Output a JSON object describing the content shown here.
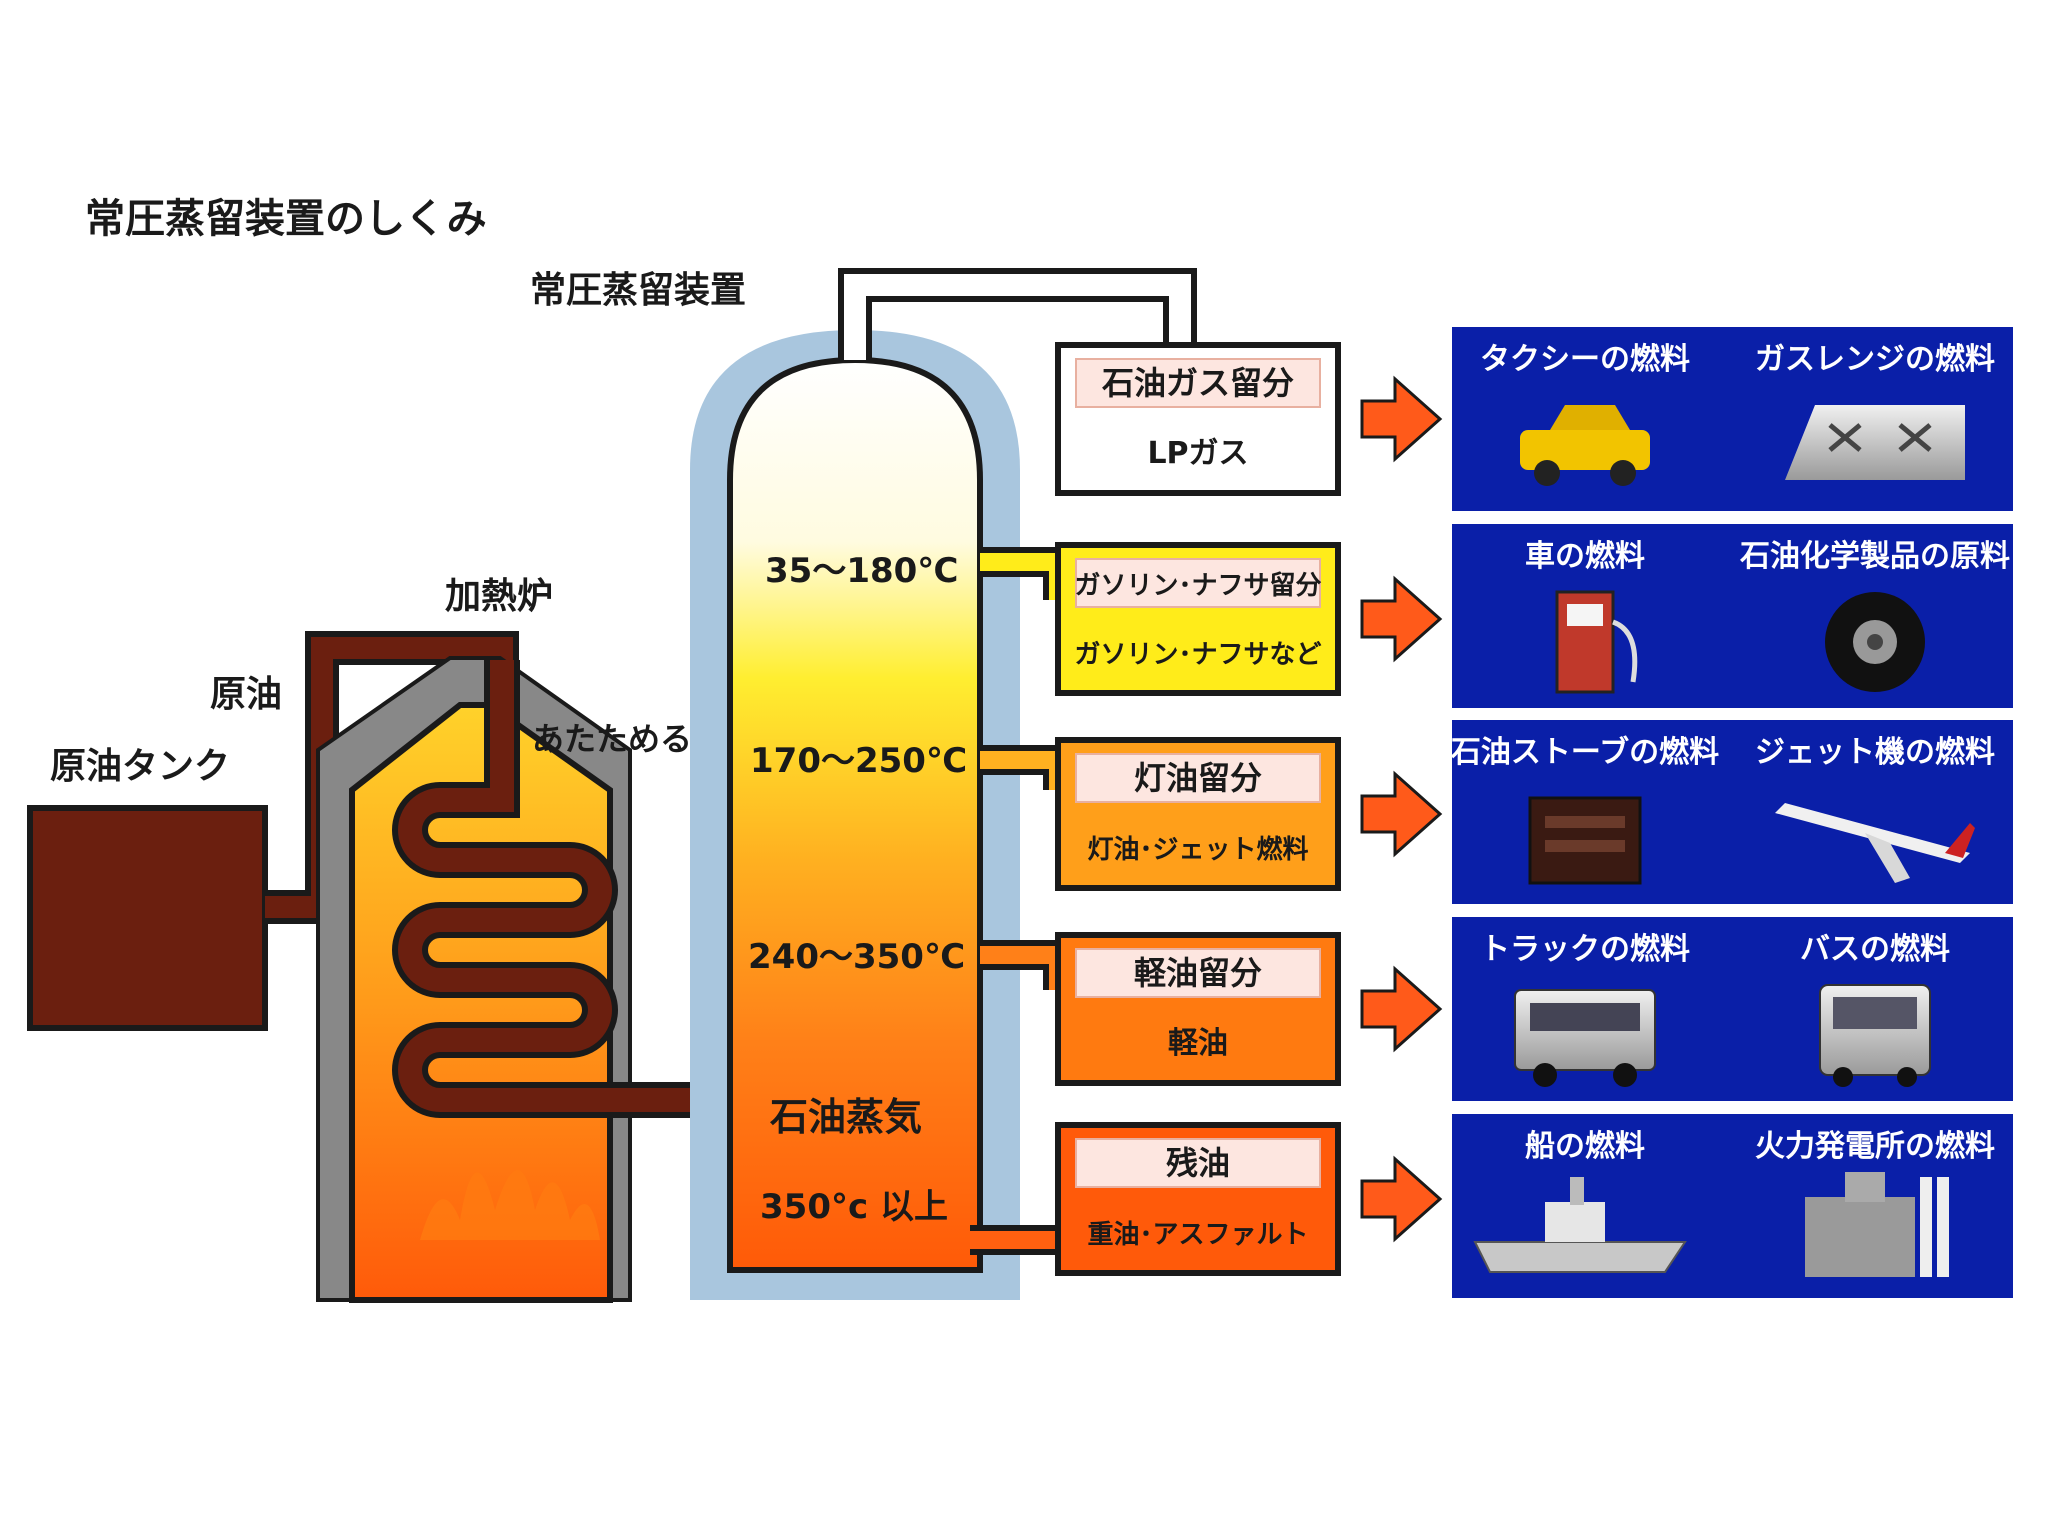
{
  "title": "常圧蒸留装置のしくみ",
  "labels": {
    "tank": "原油タンク",
    "crude": "原油",
    "furnace": "加熱炉",
    "heat": "あたためる",
    "column": "常圧蒸留装置",
    "vapor": "石油蒸気"
  },
  "temperatures": [
    "35～180℃",
    "170～250℃",
    "240～350℃",
    "350°c 以上"
  ],
  "fractions": [
    {
      "name": "石油ガス留分",
      "product": "LPガス",
      "color": "#ffffff"
    },
    {
      "name": "ガソリン･ナフサ留分",
      "product": "ガソリン･ナフサなど",
      "color": "#ffec1a"
    },
    {
      "name": "灯油留分",
      "product": "灯油･ジェット燃料",
      "color": "#ff9f1a"
    },
    {
      "name": "軽油留分",
      "product": "軽油",
      "color": "#ff7a10"
    },
    {
      "name": "残油",
      "product": "重油･アスファルト",
      "color": "#ff5a0a"
    }
  ],
  "uses": [
    {
      "left": "タクシーの燃料",
      "right": "ガスレンジの燃料",
      "left_icon": "taxi-icon",
      "right_icon": "gas-stove-icon"
    },
    {
      "left": "車の燃料",
      "right": "石油化学製品の原料",
      "left_icon": "fuel-pump-icon",
      "right_icon": "tire-icon"
    },
    {
      "left": "石油ストーブの燃料",
      "right": "ジェット機の燃料",
      "left_icon": "oil-stove-icon",
      "right_icon": "jet-plane-icon"
    },
    {
      "left": "トラックの燃料",
      "right": "バスの燃料",
      "left_icon": "truck-icon",
      "right_icon": "bus-icon"
    },
    {
      "left": "船の燃料",
      "right": "火力発電所の燃料",
      "left_icon": "ship-icon",
      "right_icon": "power-plant-icon"
    }
  ],
  "colors": {
    "crude_pipe": "#6b1f0f",
    "use_panel": "#0a1fa8",
    "arrow": "#ff5a1a",
    "column_shell": "#a9c6de"
  }
}
